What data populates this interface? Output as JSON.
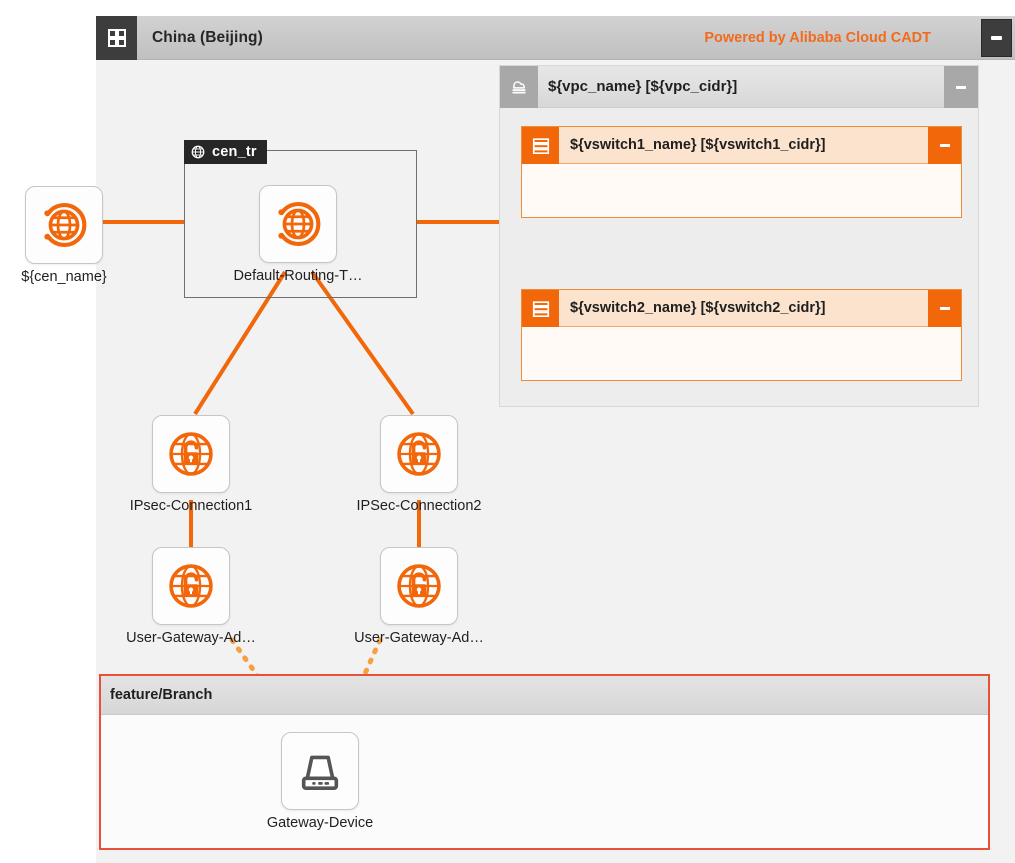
{
  "region": {
    "title": "China (Beijing)",
    "branding": "Powered by Alibaba Cloud CADT",
    "grid_icon": "grid-icon",
    "minimize_label": "-"
  },
  "vpc": {
    "title": "${vpc_name} [${vpc_cidr}]",
    "icon": "vpc-cloud-icon",
    "minimize_label": "-"
  },
  "vswitches": [
    {
      "title": "${vswitch1_name} [${vswitch1_cidr}]",
      "icon": "vswitch-icon",
      "minimize_label": "-"
    },
    {
      "title": "${vswitch2_name} [${vswitch2_cidr}]",
      "icon": "vswitch-icon",
      "minimize_label": "-"
    }
  ],
  "cen_group": {
    "label": "cen_tr",
    "icon": "cen-globe-icon"
  },
  "nodes": {
    "cen": {
      "label": "${cen_name}",
      "icon": "cen-instance-icon"
    },
    "routing": {
      "label": "Default-Routing-T…",
      "icon": "routing-table-icon"
    },
    "ipsec1": {
      "label": "IPsec-Connection1",
      "icon": "ipsec-connection-icon"
    },
    "ipsec2": {
      "label": "IPSec-Connection2",
      "icon": "ipsec-connection-icon"
    },
    "ugw1": {
      "label": "User-Gateway-Ad…",
      "icon": "user-gateway-icon"
    },
    "ugw2": {
      "label": "User-Gateway-Ad…",
      "icon": "user-gateway-icon"
    },
    "gateway_device": {
      "label": "Gateway-Device",
      "icon": "gateway-device-icon"
    }
  },
  "branch": {
    "title": "feature/Branch"
  },
  "colors": {
    "accent_orange": "#f2670a",
    "brand_orange": "#f26b1d",
    "edge_orange": "#f2670a",
    "branch_border_red": "#e8503a",
    "header_gray": "#c8c8c8",
    "canvas_gray": "#f2f2f2",
    "dark": "#3d3d3d"
  }
}
